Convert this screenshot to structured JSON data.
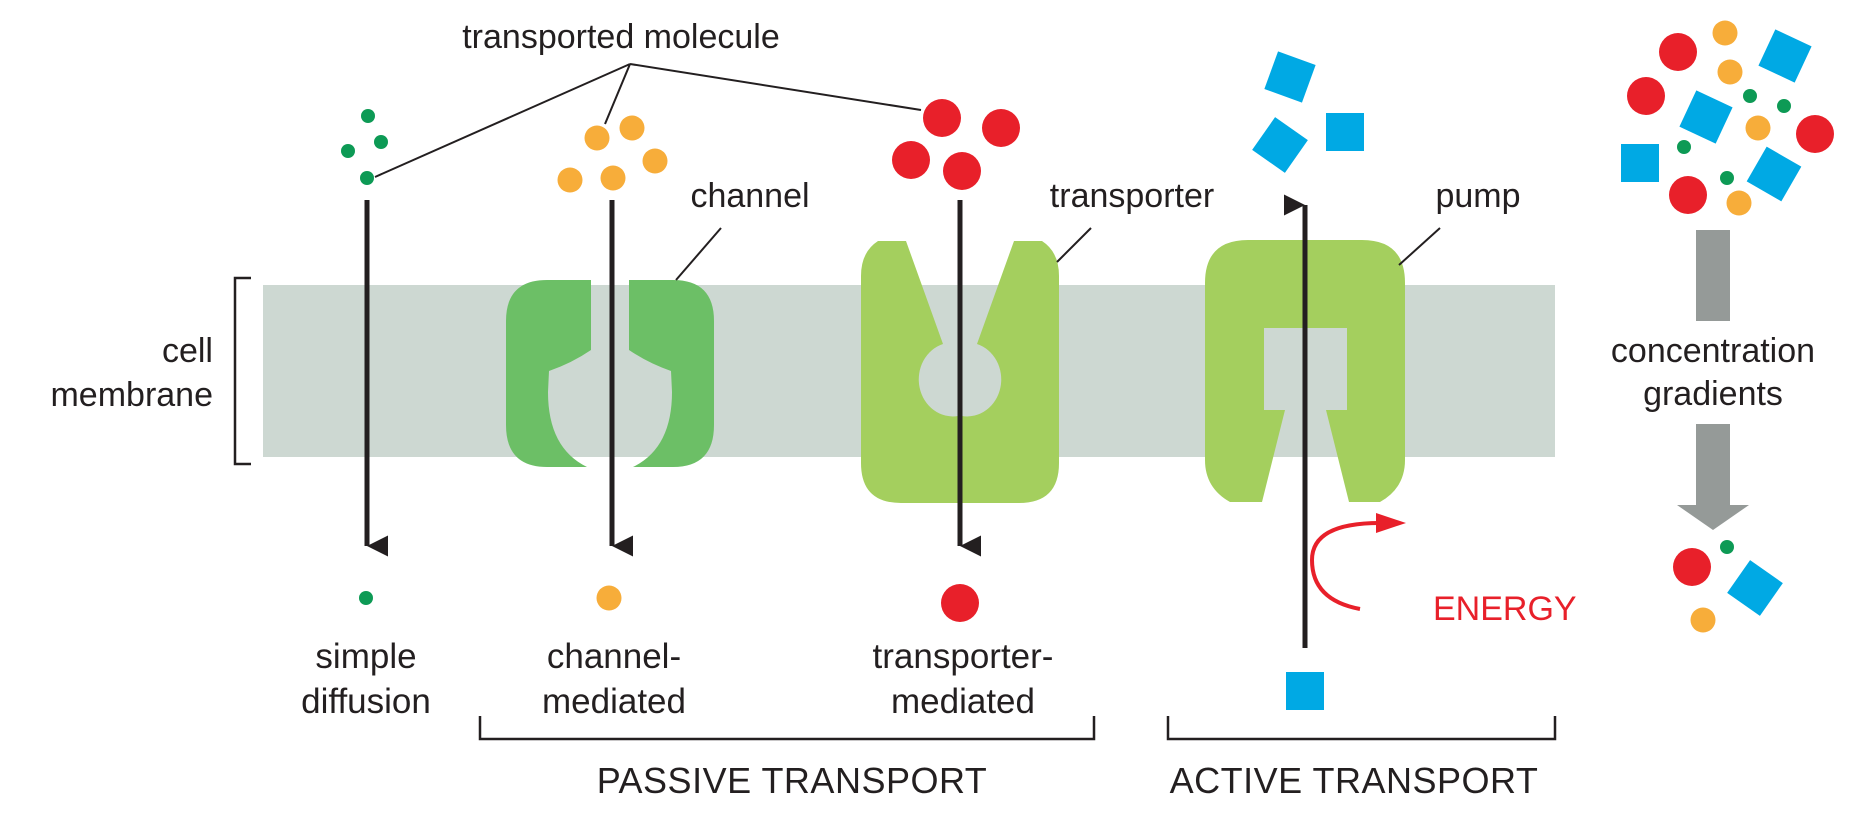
{
  "labels": {
    "transported_molecule": "transported molecule",
    "channel": "channel",
    "transporter": "transporter",
    "pump": "pump",
    "cell_membrane_line1": "cell",
    "cell_membrane_line2": "membrane",
    "concentration_line1": "concentration",
    "concentration_line2": "gradients",
    "energy": "ENERGY"
  },
  "captions": {
    "simple_diffusion_line1": "simple",
    "simple_diffusion_line2": "diffusion",
    "channel_mediated_line1": "channel-",
    "channel_mediated_line2": "mediated",
    "transporter_mediated_line1": "transporter-",
    "transporter_mediated_line2": "mediated"
  },
  "sections": {
    "passive": "PASSIVE TRANSPORT",
    "active": "ACTIVE TRANSPORT"
  },
  "colors": {
    "membrane": "#cdd8d2",
    "channel_green": "#6cbf66",
    "transporter_green": "#a4cf5e",
    "small_molecule": "#0d9a55",
    "orange_molecule": "#f7ad3a",
    "red_molecule": "#e8202a",
    "blue_molecule": "#00a9e4",
    "energy_red": "#e8202a",
    "gradient_arrow": "#959a98",
    "ink": "#231f20"
  }
}
